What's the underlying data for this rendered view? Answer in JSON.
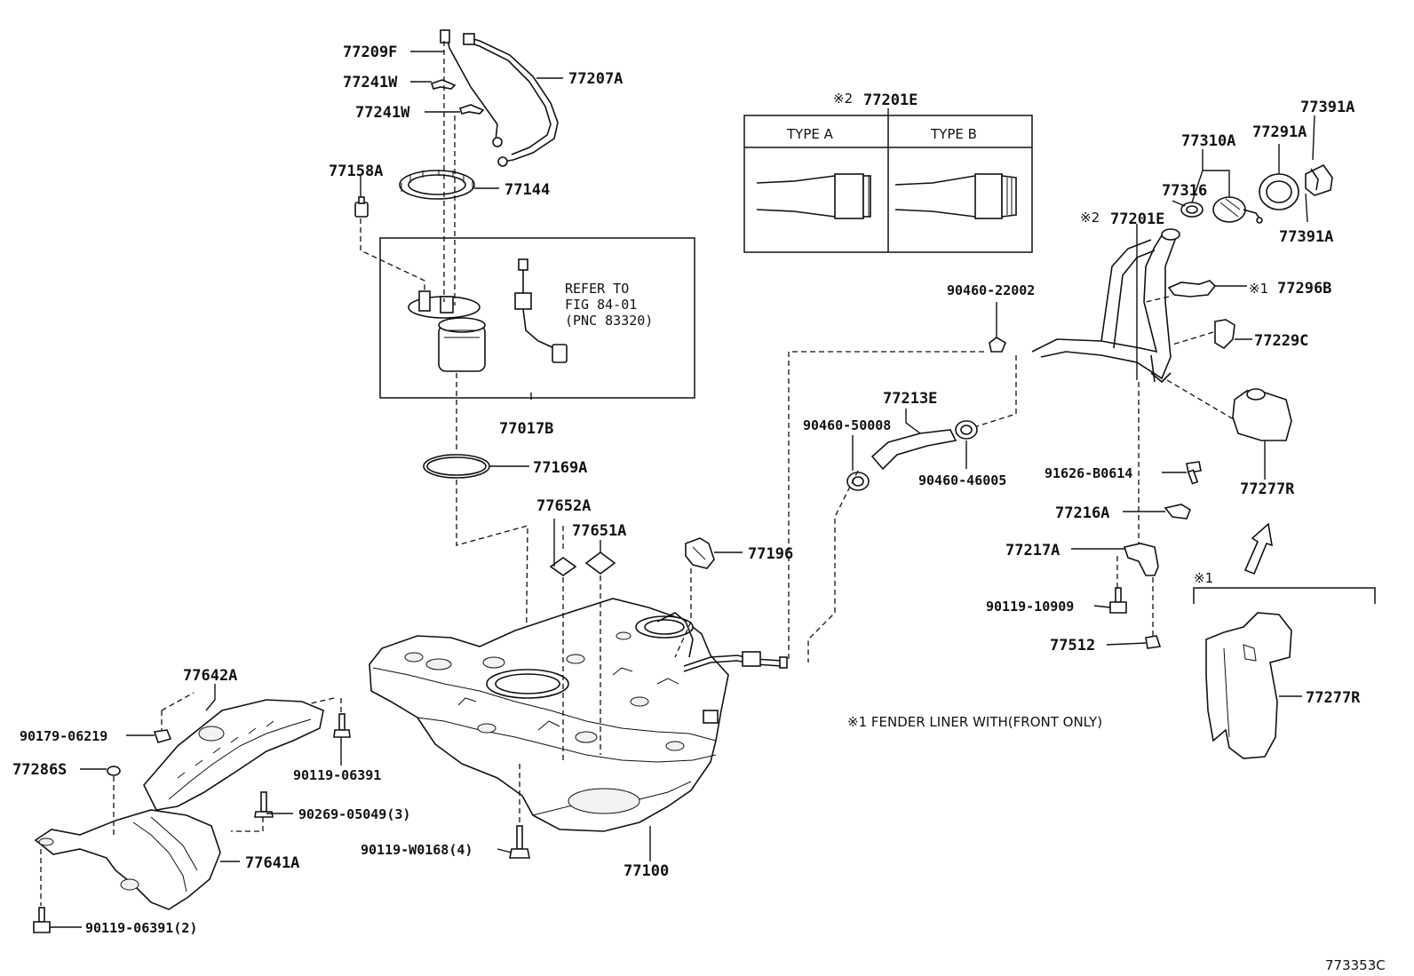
{
  "figure_id": "773353C",
  "labels": {
    "p77209F": "77209F",
    "p77241W_a": "77241W",
    "p77241W_b": "77241W",
    "p77207A": "77207A",
    "p77158A": "77158A",
    "p77144": "77144",
    "p77017B": "77017B",
    "p77169A": "77169A",
    "p77652A": "77652A",
    "p77651A": "77651A",
    "p77196": "77196",
    "p77642A": "77642A",
    "p90179_06219": "90179-06219",
    "p77286S": "77286S",
    "p90119_06391": "90119-06391",
    "p90269_05049": "90269-05049(3)",
    "p77641A": "77641A",
    "p90119_06391_2": "90119-06391(2)",
    "p90119_W0168": "90119-W0168(4)",
    "p77100": "77100",
    "p77201E_top": "77201E",
    "p77201E_mid": "77201E",
    "p77310A": "77310A",
    "p77291A": "77291A",
    "p77391A_a": "77391A",
    "p77391A_b": "77391A",
    "p77316": "77316",
    "p77296B": "77296B",
    "p77229C": "77229C",
    "p90460_22002": "90460-22002",
    "p77213E": "77213E",
    "p90460_50008": "90460-50008",
    "p90460_46005": "90460-46005",
    "p91626_B0614": "91626-B0614",
    "p77277R_a": "77277R",
    "p77216A": "77216A",
    "p77217A": "77217A",
    "p90119_10909": "90119-10909",
    "p77512": "77512",
    "p77277R_b": "77277R"
  },
  "marks": {
    "note1": "※1",
    "note2": "※2"
  },
  "refer": {
    "line1": "REFER TO",
    "line2": "FIG 84-01",
    "line3": "(PNC 83320)"
  },
  "type_table": {
    "type_a": "TYPE A",
    "type_b": "TYPE B"
  },
  "footnote": "※1 FENDER LINER WITH(FRONT ONLY)"
}
